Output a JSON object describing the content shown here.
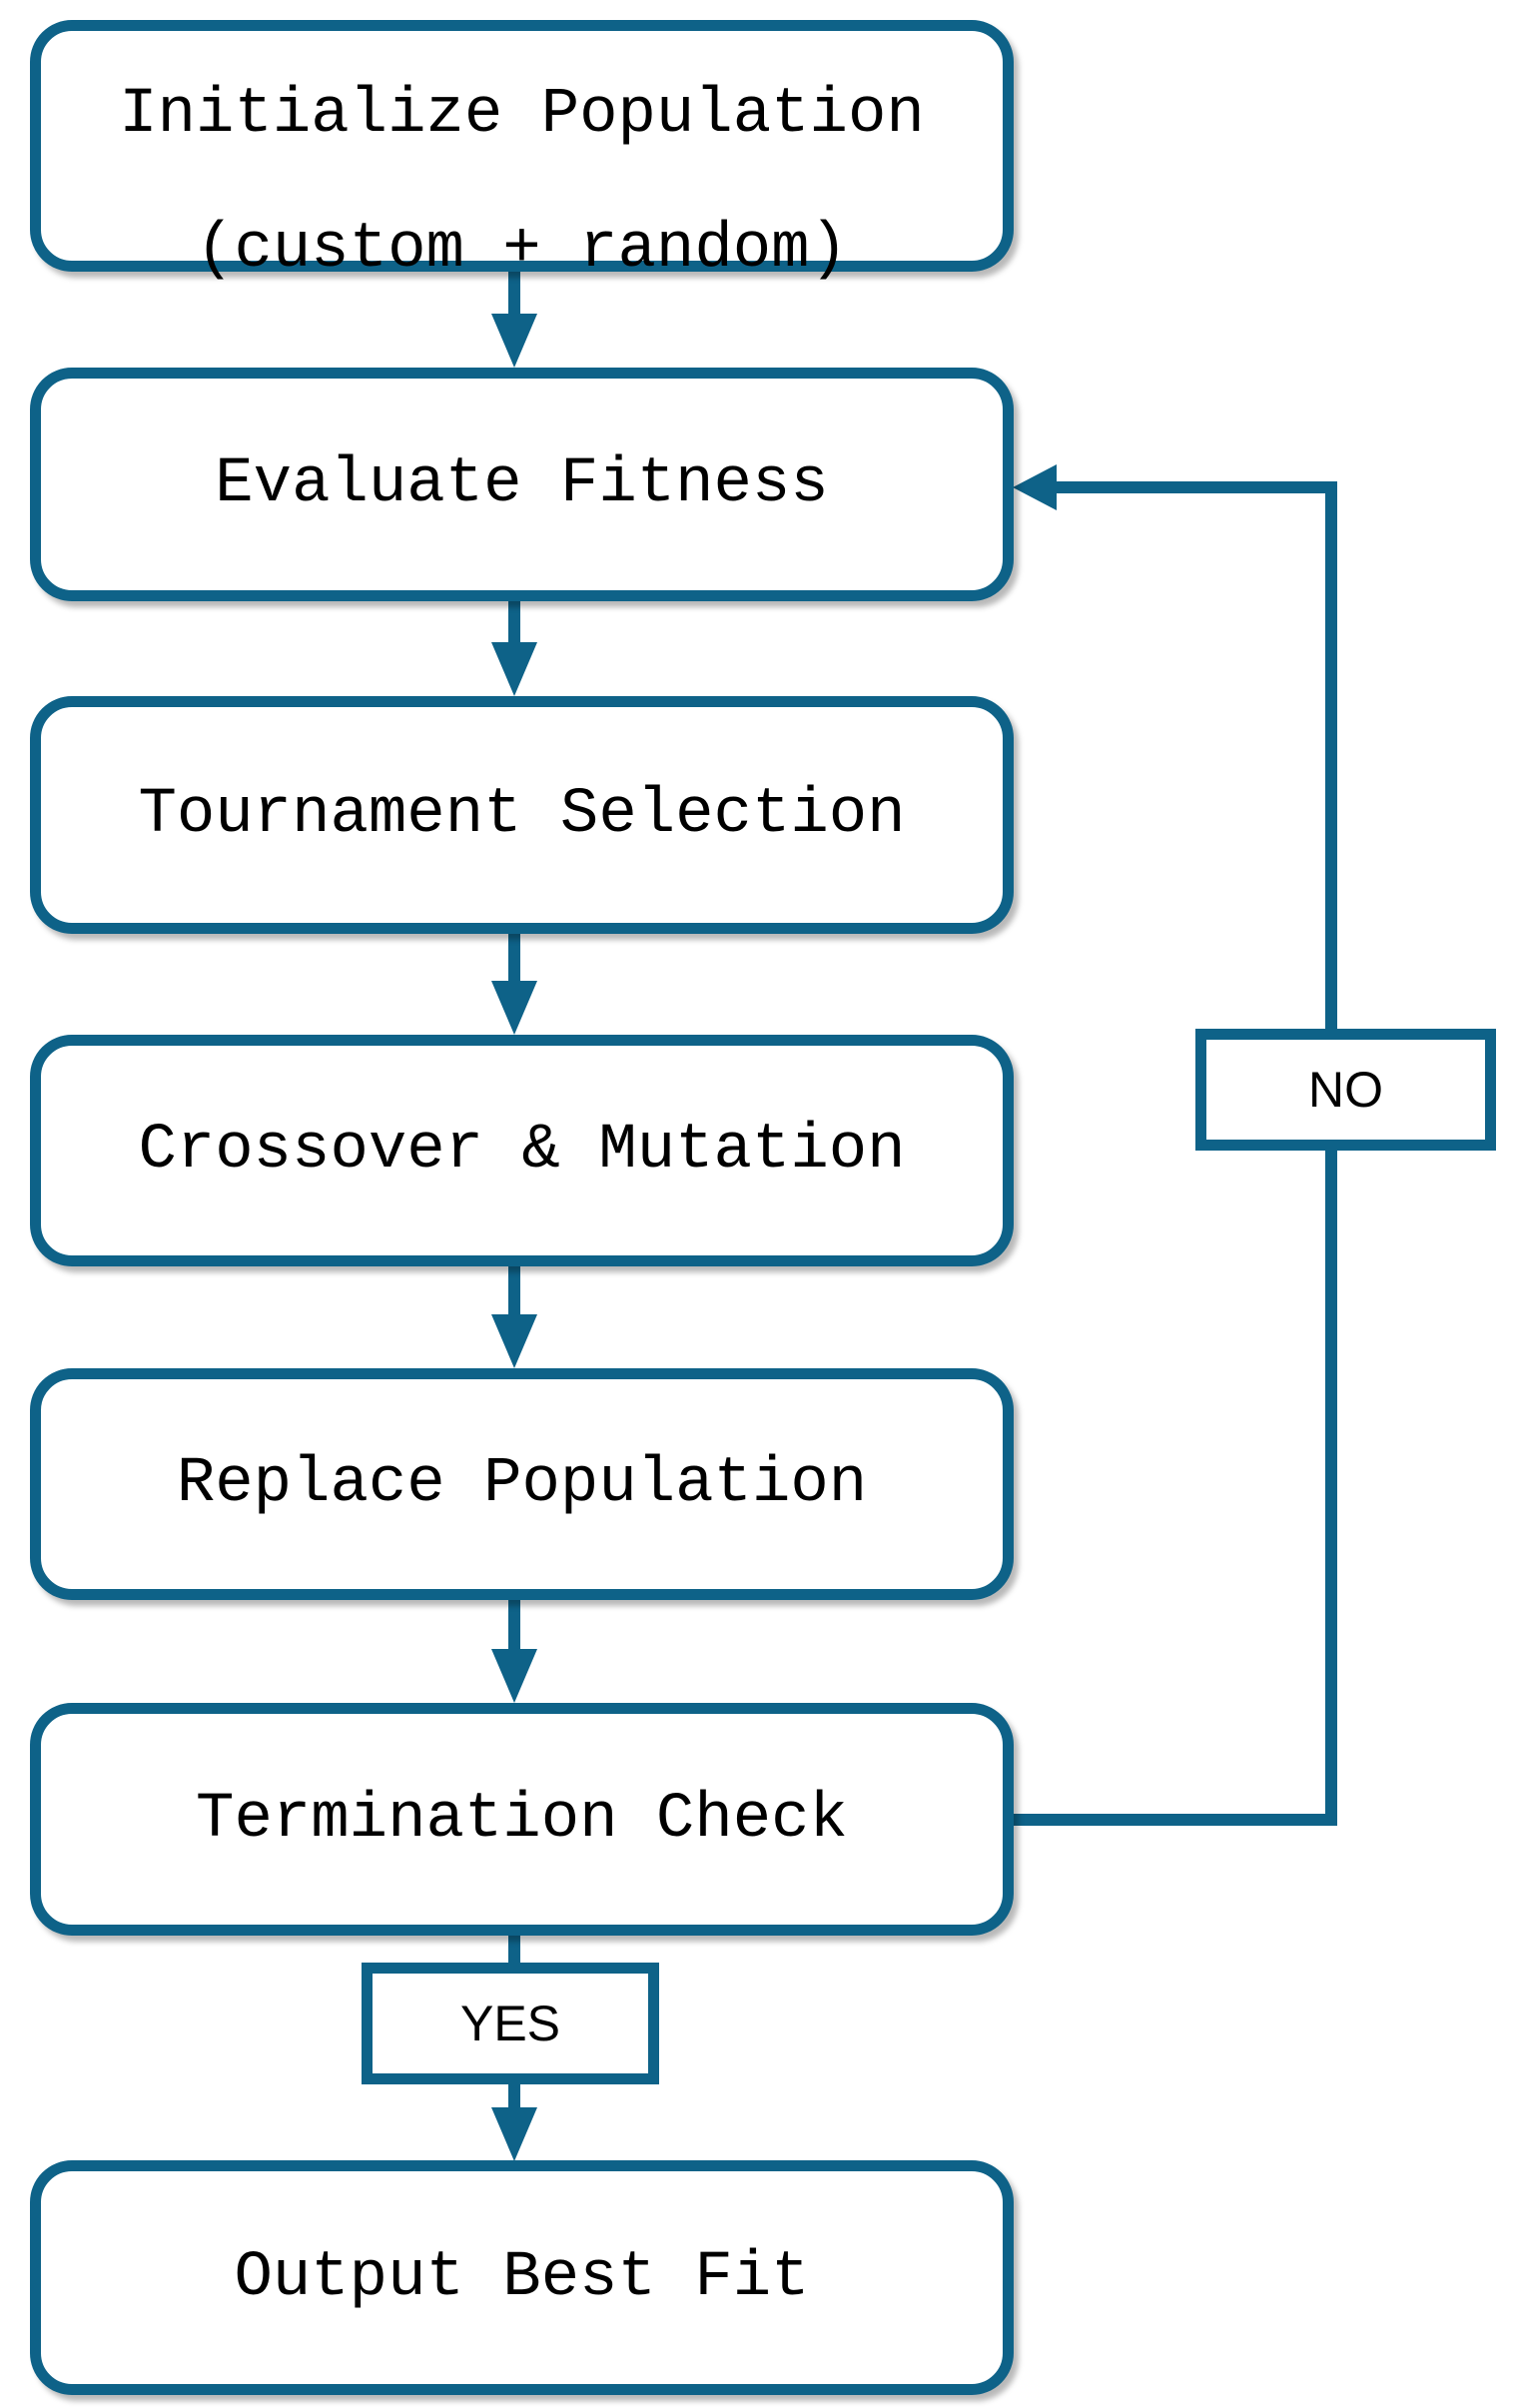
{
  "nodes": {
    "initialize": {
      "line1": "Initialize Population",
      "line2": "(custom + random)"
    },
    "evaluate": {
      "label": "Evaluate Fitness"
    },
    "tournament": {
      "label": "Tournament Selection"
    },
    "crossover": {
      "label": "Crossover & Mutation"
    },
    "replace": {
      "label": "Replace Population"
    },
    "termination": {
      "label": "Termination Check"
    },
    "output": {
      "label": "Output Best Fit"
    }
  },
  "edges": {
    "yes_label": "YES",
    "no_label": "NO"
  },
  "colors": {
    "accent": "#0e6288",
    "text": "#000000",
    "background": "#ffffff",
    "node_fill": "#ffffff"
  }
}
